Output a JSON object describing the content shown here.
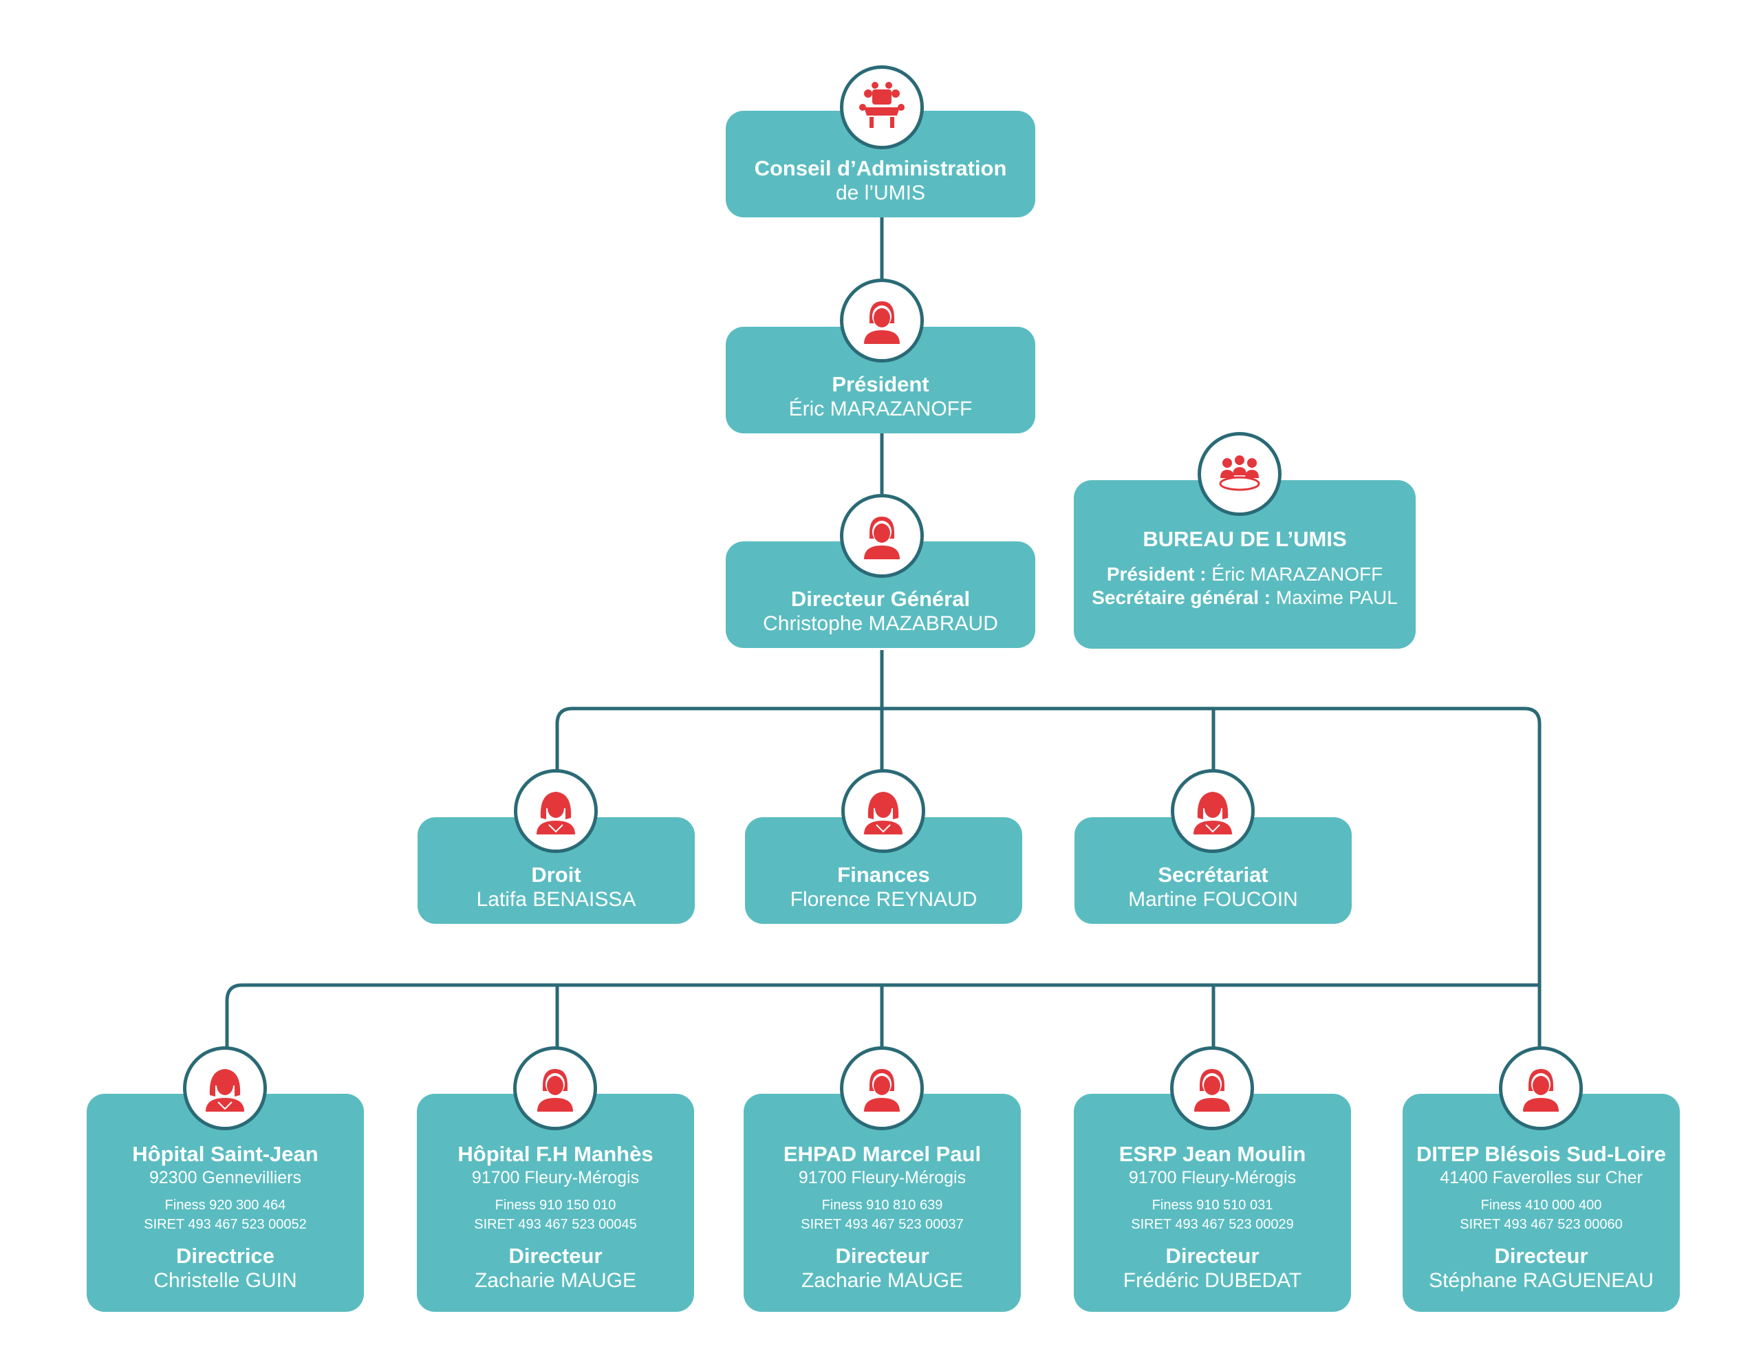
{
  "colors": {
    "box": "#5abcc0",
    "connector": "#2a6a76",
    "icon": "#e3373c",
    "text": "#ffffff"
  },
  "conseil": {
    "title": "Conseil d’Administration",
    "subtitle": "de l’UMIS",
    "icon": "meeting-table-icon"
  },
  "president": {
    "title": "Président",
    "name": "Éric MARAZANOFF",
    "icon": "person-icon"
  },
  "directeur_general": {
    "title": "Directeur Général",
    "name": "Christophe MAZABRAUD",
    "icon": "person-icon"
  },
  "bureau": {
    "title": "BUREAU DE L’UMIS",
    "icon": "group-icon",
    "president_label": "Président :",
    "president_value": "Éric MARAZANOFF",
    "secretaire_label": "Secrétaire général :",
    "secretaire_value": "Maxime PAUL"
  },
  "services": [
    {
      "title": "Droit",
      "name": "Latifa BENAISSA",
      "icon": "woman-icon"
    },
    {
      "title": "Finances",
      "name": "Florence REYNAUD",
      "icon": "woman-icon"
    },
    {
      "title": "Secrétariat",
      "name": "Martine FOUCOIN",
      "icon": "woman-icon"
    }
  ],
  "establishments": [
    {
      "title": "Hôpital Saint-Jean",
      "city": "92300 Gennevilliers",
      "finess": "Finess 920 300 464",
      "siret": "SIRET 493  467 523 00052",
      "role": "Directrice",
      "person": "Christelle GUIN",
      "icon": "woman-icon"
    },
    {
      "title": "Hôpital F.H Manhès",
      "city": "91700 Fleury-Mérogis",
      "finess": "Finess 910 150 010",
      "siret": "SIRET 493 467 523 00045",
      "role": "Directeur",
      "person": "Zacharie MAUGE",
      "icon": "person-icon"
    },
    {
      "title": "EHPAD Marcel Paul",
      "city": "91700 Fleury-Mérogis",
      "finess": "Finess 910 810 639",
      "siret": "SIRET 493 467 523 00037",
      "role": "Directeur",
      "person": "Zacharie MAUGE",
      "icon": "person-icon"
    },
    {
      "title": "ESRP Jean Moulin",
      "city": "91700 Fleury-Mérogis",
      "finess": "Finess 910 510 031",
      "siret": "SIRET 493 467 523 00029",
      "role": "Directeur",
      "person": "Frédéric DUBEDAT",
      "icon": "person-icon"
    },
    {
      "title": "DITEP Blésois Sud-Loire",
      "city": "41400 Faverolles sur Cher",
      "finess": "Finess 410 000 400",
      "siret": "SIRET 493 467 523 00060",
      "role": "Directeur",
      "person": "Stéphane RAGUENEAU",
      "icon": "person-icon"
    }
  ]
}
